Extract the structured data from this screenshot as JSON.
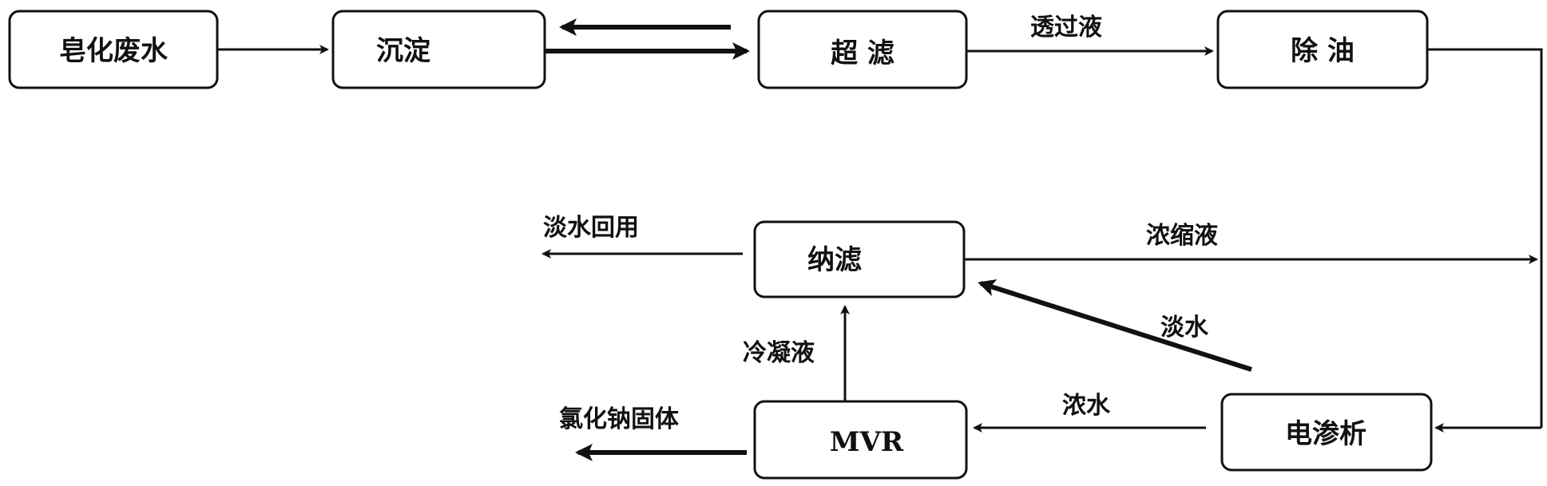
{
  "nodes": {
    "saponification_wastewater": "皂化废水",
    "sedimentation": "沉淀",
    "ultrafiltration": "超 滤",
    "oil_removal": "除 油",
    "nanofiltration": "纳滤",
    "electrodialysis": "电渗析",
    "mvr": "MVR"
  },
  "edge_labels": {
    "permeate": "透过液",
    "concentrate": "浓缩液",
    "fresh_water_recycle": "淡水回用",
    "fresh_water": "淡水",
    "condensate": "冷凝液",
    "concentrated_water": "浓水",
    "sodium_chloride_solid": "氯化钠固体"
  }
}
